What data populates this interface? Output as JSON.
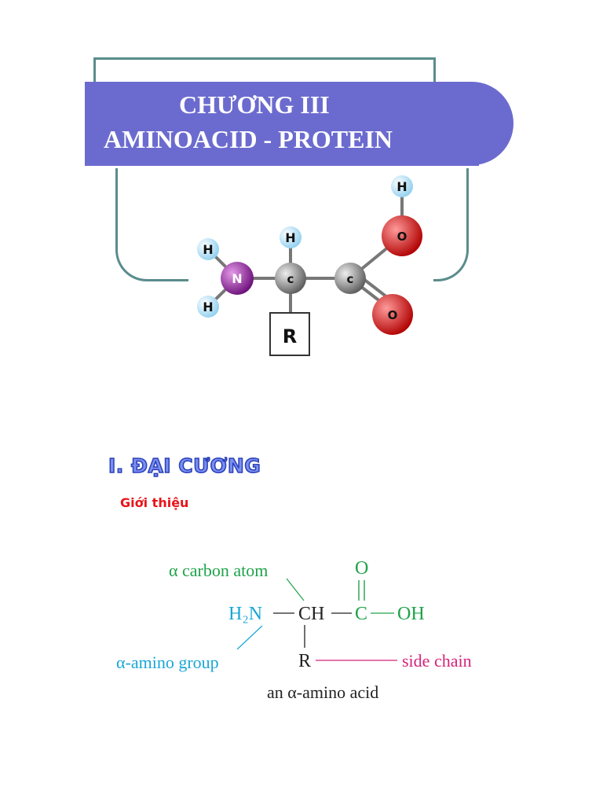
{
  "banner": {
    "line1": "CHƯƠNG III",
    "line2": "AMINOACID - PROTEIN"
  },
  "molecule": {
    "atoms": {
      "n": "N",
      "c_alpha": "c",
      "c_carboxyl": "c",
      "h_top": "H",
      "h_n_top": "H",
      "h_n_bottom": "H",
      "h_oh": "H",
      "o_hydroxyl": "O",
      "o_double": "O",
      "r_group": "R"
    },
    "colors": {
      "hydrogen": "#bfe6fb",
      "nitrogen": "#8e1a9c",
      "carbon": "#8a8a8a",
      "oxygen": "#e00c0c"
    }
  },
  "section": {
    "heading": "I. ĐẠI CƯƠNG",
    "subheading": "Giới thiệu"
  },
  "amino_diagram": {
    "alpha_carbon_label": "α carbon atom",
    "h2n": "H₂N",
    "ch": "CH",
    "c": "C",
    "oh": "OH",
    "o": "O",
    "r": "R",
    "amino_group_label": "α-amino group",
    "side_chain_label": "side chain",
    "caption": "an α-amino acid",
    "colors": {
      "green": "#1fa34a",
      "cyan": "#1aa6d6",
      "magenta": "#d6237a",
      "dark": "#222222"
    }
  }
}
